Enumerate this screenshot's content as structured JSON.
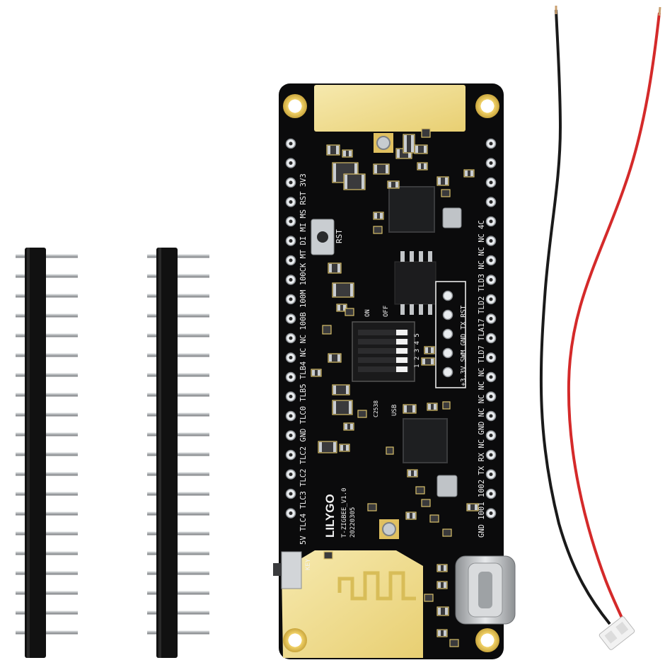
{
  "board": {
    "brand": "LILYGO",
    "model": "T-ZIGBEE_V1.0",
    "date": "20220305",
    "left_header_pins": "5V TLC4 TLC3 TLC2 TLC2 GND TLC0 TLB5 TLB4 NC NC 100B 100M 100CK MT DI MI MS RST 3V3",
    "right_header_pins": "GND 1001 1002 TX RX NC GND NC NC NC NC TLD7 TLA17 TLD2 TLD3 NC NC NC 4C",
    "prog_header": "+3.3V SWM GND TX RST",
    "rst_label": "RST",
    "key_label": "KEY",
    "usb_label": "USB",
    "on_label": "ON",
    "off_label": "OFF",
    "switch_numbers": "1 2 3 4 5",
    "switch_nums_label": "C2538"
  },
  "colors": {
    "pcb": "#0b0b0c",
    "gold": "#f2d36a",
    "antenna_pad": "#f1e3a3",
    "header_plastic": "#111111",
    "pin_metal": "#b9bcbf",
    "wire_black": "#1a1a1a",
    "wire_red": "#d42a2a",
    "connector": "#f2f2f2",
    "usb_metal": "#c9cccf"
  }
}
